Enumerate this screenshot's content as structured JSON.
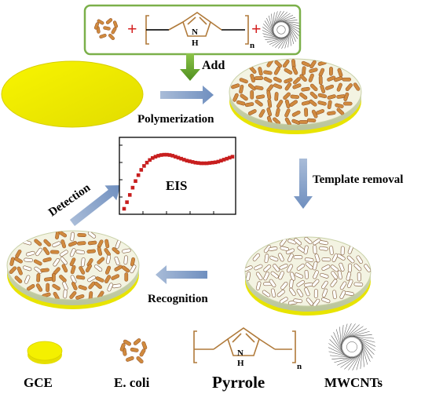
{
  "labels": {
    "add": "Add",
    "polymerization": "Polymerization",
    "template_removal": "Template removal",
    "recognition": "Recognition",
    "detection": "Detection",
    "eis": "EIS",
    "pyrrole_n": "H",
    "pyrrole_n_top": "N",
    "subscript_n": "n",
    "plus": "+"
  },
  "legend": {
    "gce": "GCE",
    "ecoli": "E. coli",
    "pyrrole": "Pyrrole",
    "mwcnts": "MWCNTs"
  },
  "colors": {
    "gce_yellow": "#f2ee00",
    "disk_top": "#f3f3e2",
    "disk_edge": "#cfd7b2",
    "bacteria": "#d08a3e",
    "bacteria_stroke": "#8c4a1e",
    "arrow_blue": "#8aa4c9",
    "arrow_green": "#6aa82a",
    "box_green": "#7bb04a",
    "plus_red": "#d42020",
    "eis_red": "#c81e1e",
    "pyrrole_brown": "#b07a3a"
  },
  "chart_data": {
    "type": "scatter",
    "title": "EIS",
    "xlabel": "",
    "ylabel": "",
    "note": "Nyquist-style EIS curve sketch, axes unlabeled",
    "x": [
      0,
      0.5,
      1,
      1.5,
      2,
      2.5,
      3,
      3.5,
      4,
      4.5,
      5,
      5.5,
      6,
      6.5,
      7,
      7.5,
      8,
      8.5,
      9,
      9.5,
      10,
      10.5,
      11,
      11.5,
      12,
      12.5,
      13,
      13.5,
      14,
      14.5,
      15,
      15.5,
      16,
      16.5,
      17,
      17.5,
      18,
      18.5,
      19
    ],
    "y": [
      0,
      1,
      2.1,
      3.2,
      4.2,
      5.1,
      5.9,
      6.5,
      7.0,
      7.4,
      7.7,
      7.9,
      8.05,
      8.15,
      8.2,
      8.2,
      8.15,
      8.05,
      7.9,
      7.75,
      7.6,
      7.45,
      7.3,
      7.2,
      7.1,
      7.0,
      6.95,
      6.9,
      6.9,
      6.9,
      6.95,
      7.0,
      7.05,
      7.15,
      7.3,
      7.45,
      7.6,
      7.75,
      7.9
    ],
    "xlim": [
      0,
      19
    ],
    "ylim": [
      0,
      10
    ],
    "grid": false
  }
}
